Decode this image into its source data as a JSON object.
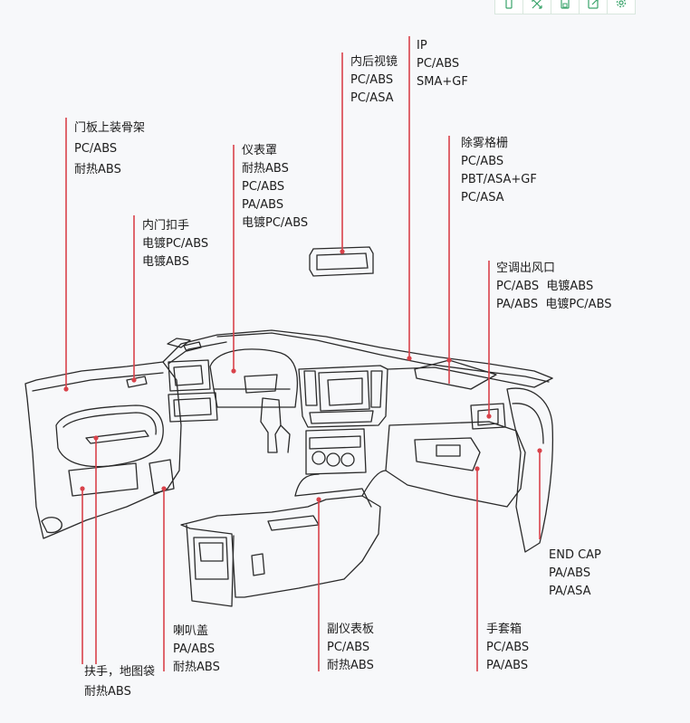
{
  "toolbar": {
    "buttons": [
      {
        "icon": "mobile-icon"
      },
      {
        "icon": "expand-icon"
      },
      {
        "icon": "save-icon"
      },
      {
        "icon": "share-icon"
      },
      {
        "icon": "gear-icon"
      }
    ]
  },
  "accent_color": "#d9424a",
  "labels": {
    "door_frame": [
      "门板上装骨架",
      "PC/ABS",
      "耐热ABS"
    ],
    "inner_handle": [
      "内门扣手",
      "电镀PC/ABS",
      "电镀ABS"
    ],
    "meter_hood": [
      "仪表罩",
      "耐热ABS",
      "PC/ABS",
      "PA/ABS",
      "电镀PC/ABS"
    ],
    "mirror": [
      "内后视镜",
      "PC/ABS",
      "PC/ASA"
    ],
    "ip": [
      "IP",
      "PC/ABS",
      "SMA+GF"
    ],
    "defrost_grille": [
      "除雾格栅",
      "PC/ABS",
      "PBT/ASA+GF",
      "PC/ASA"
    ],
    "ac_vent": [
      "空调出风口",
      "PC/ABS  电镀ABS",
      "PA/ABS  电镀PC/ABS"
    ],
    "end_cap": [
      "END CAP",
      "PA/ABS",
      "PA/ASA"
    ],
    "glove_box": [
      "手套箱",
      "PC/ABS",
      "PA/ABS"
    ],
    "console": [
      "副仪表板",
      "PC/ABS",
      "耐热ABS"
    ],
    "speaker_cover": [
      "喇叭盖",
      "PA/ABS",
      "耐热ABS"
    ],
    "armrest_map": [
      "扶手，地图袋",
      "耐热ABS"
    ]
  }
}
